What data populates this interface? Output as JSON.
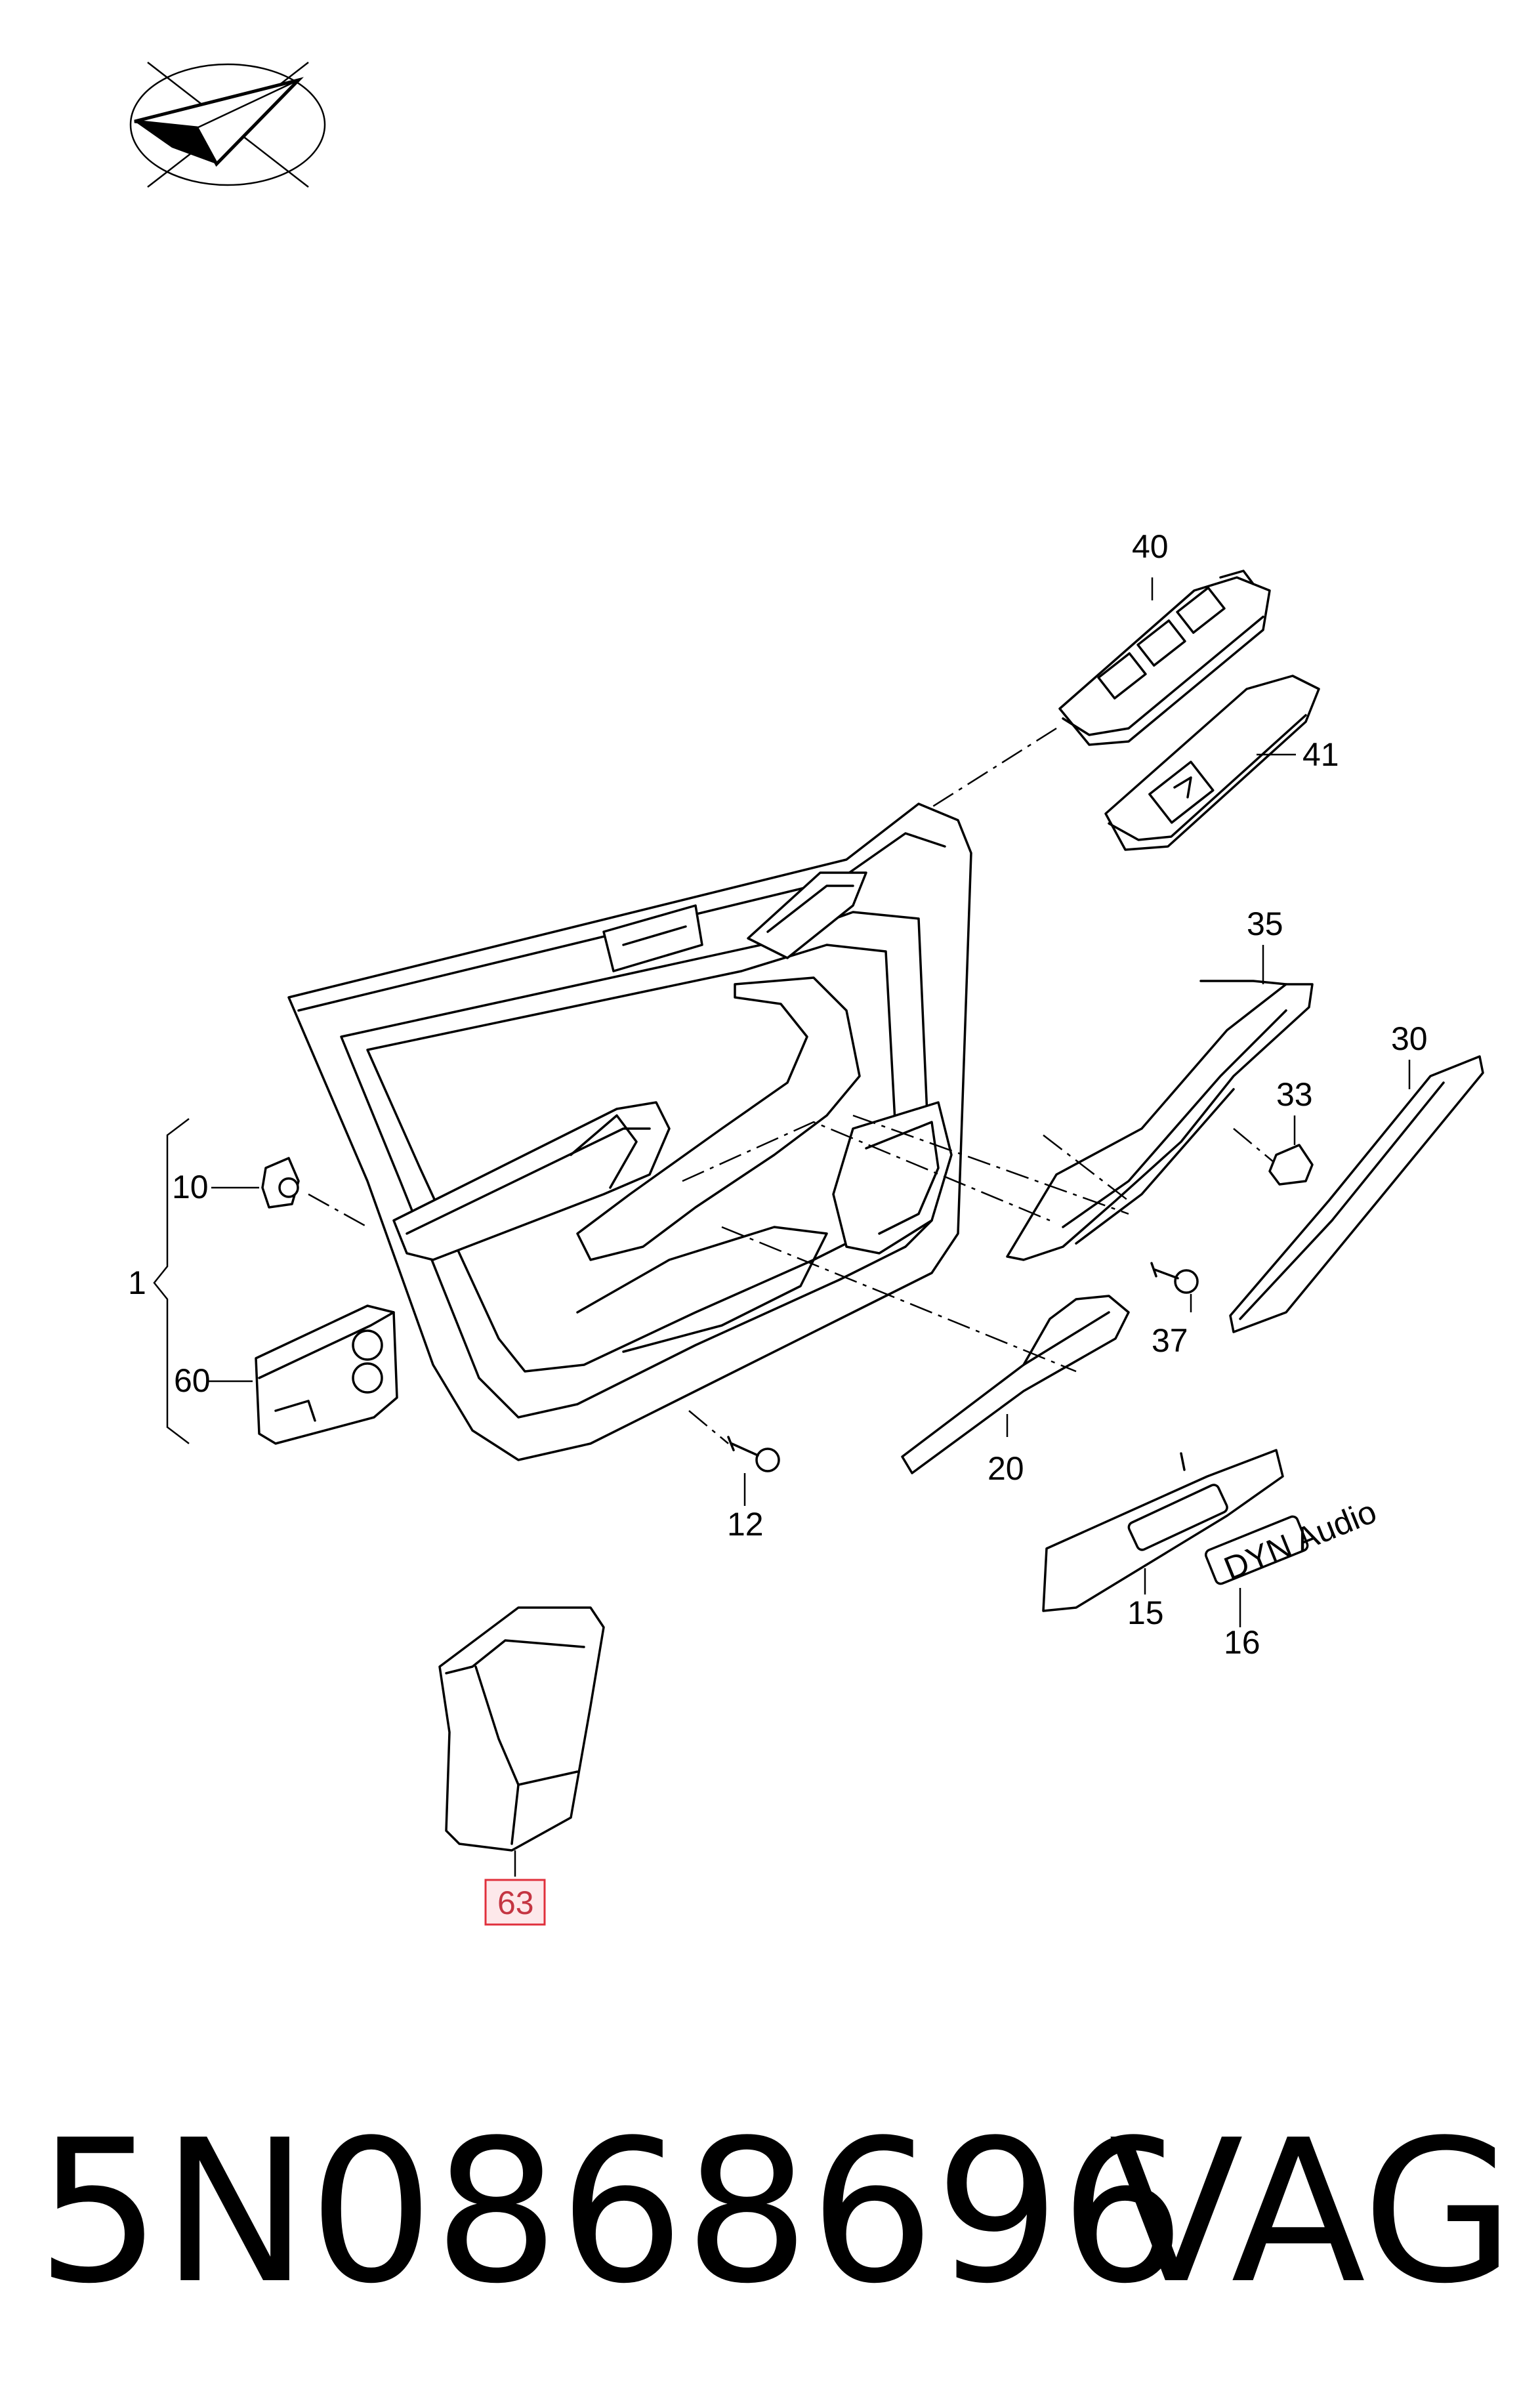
{
  "diagram": {
    "logo": "vw-parts-check-logo",
    "callouts": [
      {
        "id": "40",
        "text": "40"
      },
      {
        "id": "41",
        "text": "41"
      },
      {
        "id": "35",
        "text": "35"
      },
      {
        "id": "30",
        "text": "30"
      },
      {
        "id": "33",
        "text": "33"
      },
      {
        "id": "10",
        "text": "10"
      },
      {
        "id": "1",
        "text": "1"
      },
      {
        "id": "60",
        "text": "60"
      },
      {
        "id": "37",
        "text": "37"
      },
      {
        "id": "20",
        "text": "20"
      },
      {
        "id": "12",
        "text": "12"
      },
      {
        "id": "15",
        "text": "15"
      },
      {
        "id": "16",
        "text": "16"
      },
      {
        "id": "63",
        "text": "63"
      }
    ],
    "badge_text": "DYN Audio",
    "highlighted_part": "63",
    "highlight_color": "#e0303c"
  },
  "footer": {
    "part_number": "5N0868696",
    "brand": "VAG"
  }
}
